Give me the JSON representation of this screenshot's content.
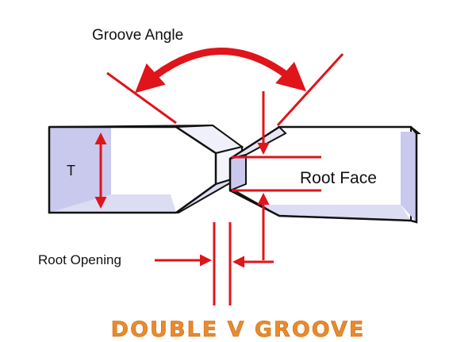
{
  "diagram": {
    "labels": {
      "groove_angle": "Groove Angle",
      "thickness": "T",
      "root_face": "Root Face",
      "root_opening": "Root Opening"
    },
    "title": "DOUBLE V GROOVE"
  },
  "colors": {
    "annotation": "#e0141b",
    "title": "#e88a2e",
    "outline": "#111111",
    "plate_face": "#ffffff",
    "plate_shade": "#c9c9ee",
    "plate_top": "#e6e6f6"
  }
}
